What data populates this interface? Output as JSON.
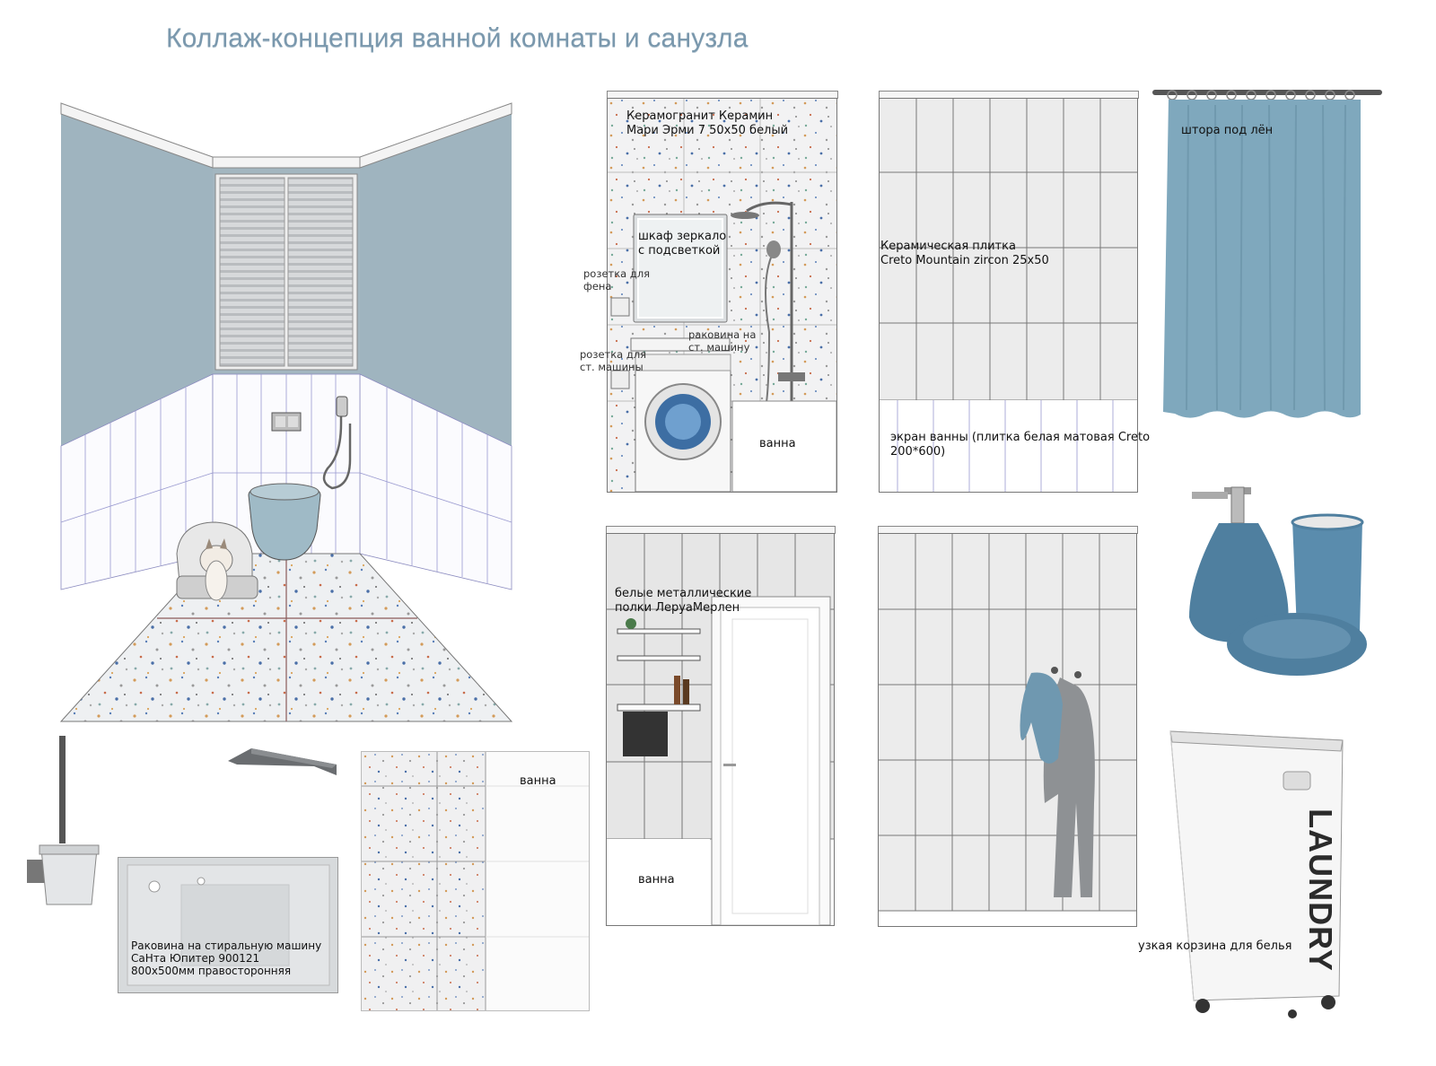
{
  "page": {
    "title": "Коллаж-концепция ванной комнаты и санузла"
  },
  "labels": {
    "porcelain_tile": "Керамогранит Керамин\nМари Эрми 7 50х50 белый",
    "mirror_cabinet": "шкаф зеркало\nс подсветкой",
    "socket_hairdryer": "розетка для\nфена",
    "sink_on_machine": "раковина на\nст. машину",
    "socket_machine": "розетка для\nст. машины",
    "bath_1": "ванна",
    "ceramic_tile": "Керамическая плитка\nCreto Mountain zircon 25x50",
    "bath_screen": "экран ванны (плитка белая матовая Creto\n200*600)",
    "curtain": "штора под лён",
    "shelves": "белые металлические\nполки ЛеруаМерлен",
    "bath_2": "ванна",
    "bath_3": "ванна",
    "sink_product": "Раковина на стиральную машину\nСаНта Юпитер 900121\n800х500мм правосторонняя",
    "laundry_basket": "узкая корзина для белья",
    "laundry_word": "LAUNDRY"
  },
  "colors": {
    "title": "#7a98ad",
    "wall_blue": "#9fb4bf",
    "tile_blue_accent": "#6f98b8",
    "curtain": "#7fa8bd",
    "accessory_blue": "#4f7f9f"
  }
}
